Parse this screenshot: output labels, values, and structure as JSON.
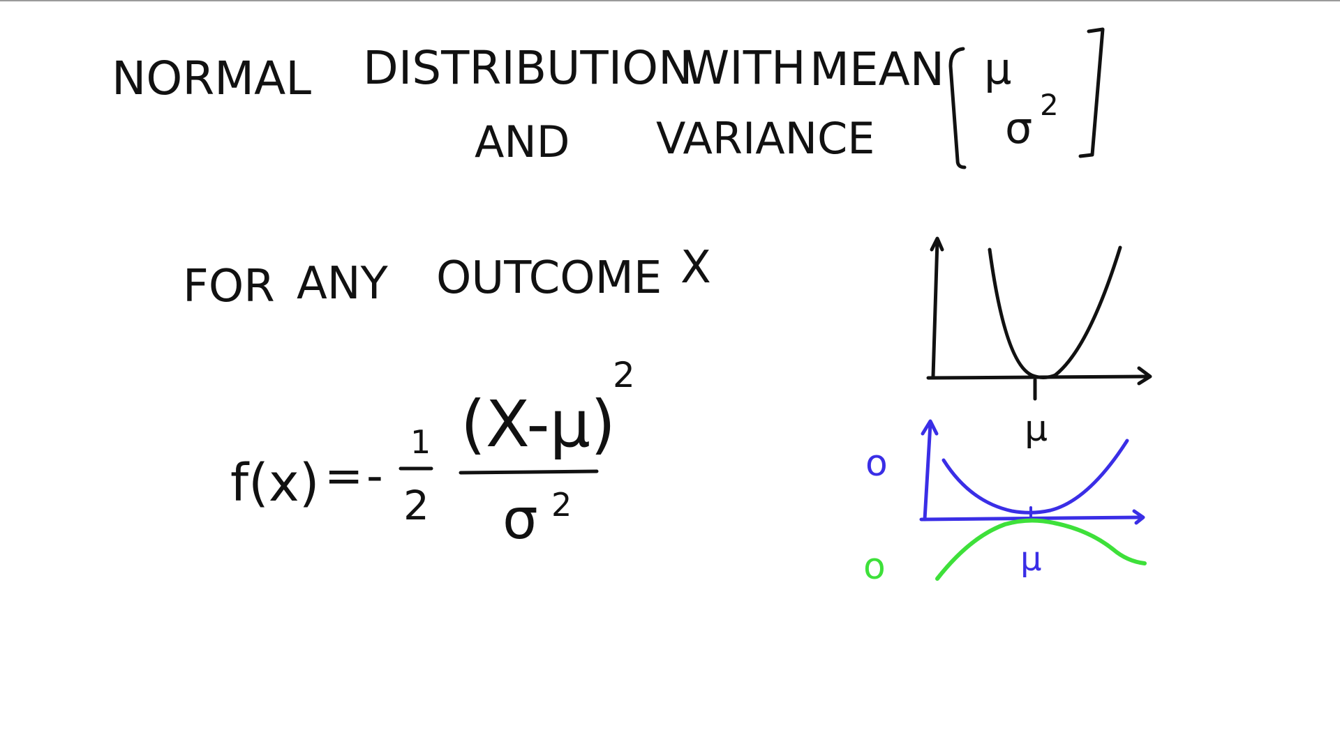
{
  "title": {
    "line1_a": "NORMAL",
    "line1_b": "DISTRIBUTION",
    "line1_c": "WITH",
    "line1_d": "MEAN",
    "line2_a": "AND",
    "line2_b": "VARIANCE",
    "mu": "μ",
    "sigma2_base": "σ",
    "sigma2_exp": "2"
  },
  "statement": {
    "for": "FOR",
    "any": "ANY",
    "outcome": "OUTCOME",
    "x": "X"
  },
  "formula": {
    "lhs": "f(x)",
    "equals": "=",
    "minus": "-",
    "half_num": "1",
    "half_den": "2",
    "numerator": "(X-μ)",
    "num_exp": "2",
    "den_base": "σ",
    "den_exp": "2"
  },
  "plots": {
    "top_mu": "μ",
    "mid_mu": "μ",
    "blue_label": "o",
    "green_label": "o",
    "colors": {
      "ink": "#111111",
      "blue": "#3a2ee6",
      "green": "#3ee03a"
    }
  }
}
